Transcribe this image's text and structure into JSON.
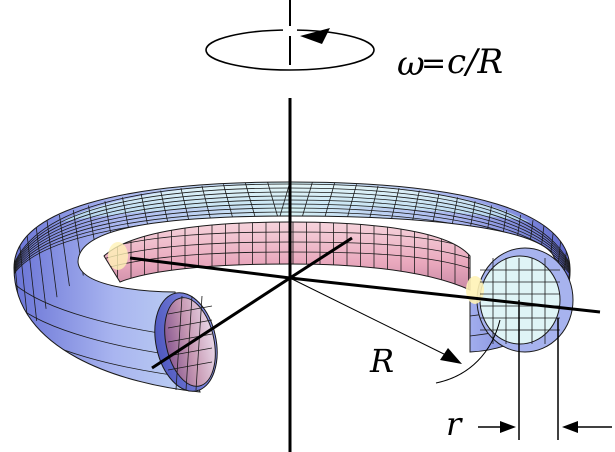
{
  "labels": {
    "omega": "ω",
    "equals": "=",
    "fraction": "c/R",
    "major_radius": "R",
    "minor_radius": "r"
  },
  "colors": {
    "mesh_line": "#1a1a1a",
    "axis": "#000000",
    "outer_light": "#cfeef2",
    "outer_mid": "#9aa6ee",
    "outer_dark": "#5a63c8",
    "inner_pink": "#f0b8c6",
    "inner_dark": "#7d4f86",
    "cut_face": "#b7e8f0",
    "highlight_yellow": "#fff3b6"
  }
}
